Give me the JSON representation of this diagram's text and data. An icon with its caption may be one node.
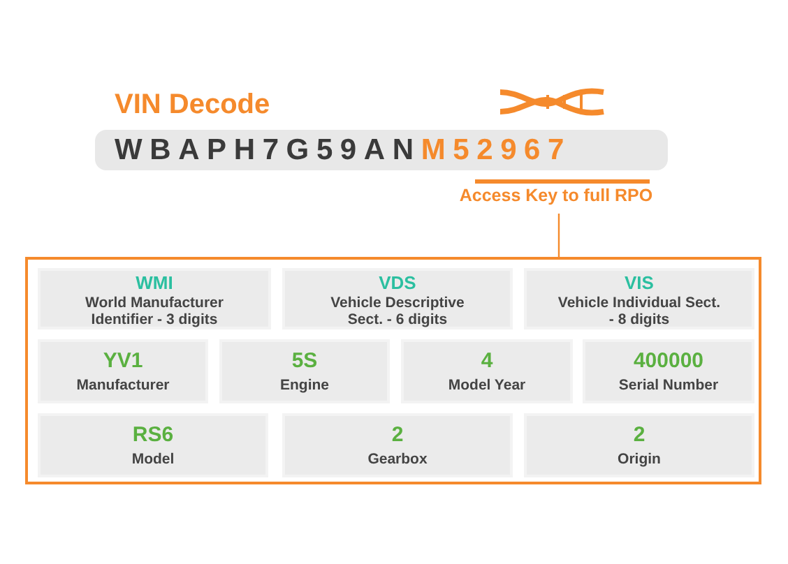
{
  "diagram": {
    "title": "VIN Decode",
    "nodes": [
      {
        "text": [
          "WBAPH7G59AN",
          "M52967"
        ]
      },
      {
        "text": [
          "Access Key to full RPO"
        ]
      },
      {
        "text": [],
        "shape": "box"
      },
      {
        "text": [
          "WMI",
          "World Manufacturer Identifier - 3 digits"
        ],
        "in": 2
      },
      {
        "text": [
          "VDS",
          "Vehicle Descriptive Sect. - 6 digits"
        ],
        "in": 2
      },
      {
        "text": [
          "VIS",
          "Vehicle Individual Sect. - 8 digits"
        ],
        "in": 2
      },
      {
        "text": [
          "YV1",
          "Manufacturer"
        ],
        "in": 2
      },
      {
        "text": [
          "5S",
          "Engine"
        ],
        "in": 2
      },
      {
        "text": [
          "4",
          "Model Year"
        ],
        "in": 2
      },
      {
        "text": [
          "400000",
          "Serial Number"
        ],
        "in": 2
      },
      {
        "text": [
          "RS6",
          "Model"
        ],
        "in": 2
      },
      {
        "text": [
          "2",
          "Gearbox"
        ],
        "in": 2
      },
      {
        "text": [
          "2",
          "Origin"
        ],
        "in": 2
      }
    ],
    "edges": [
      {
        "from": 1,
        "to": 2,
        "arrow": "none"
      }
    ]
  }
}
